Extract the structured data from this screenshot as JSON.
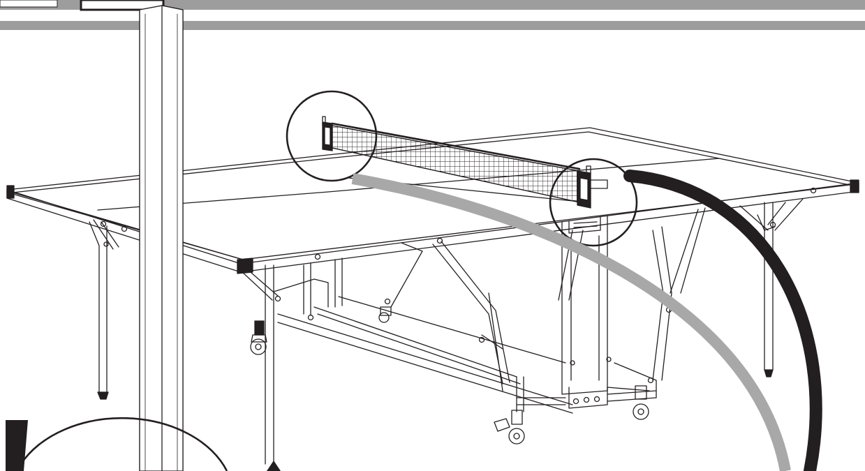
{
  "colors": {
    "ink": "#231f20",
    "band": "#9d9d9d",
    "background": "#ffffff",
    "gray-arrow": "#a8a8a8",
    "black-arrow": "#231f20",
    "table-corner": "#231f20"
  },
  "elements": {
    "table": "table-tennis-table",
    "net": "net-assembly",
    "posts": [
      "left-net-post",
      "right-net-post"
    ],
    "callouts": [
      "left-post-circle",
      "right-post-circle",
      "bottom-left-circle"
    ],
    "arrows": [
      "gray-curved-arrow",
      "black-curved-arrow"
    ],
    "foreground": "upright-folded-panel"
  }
}
